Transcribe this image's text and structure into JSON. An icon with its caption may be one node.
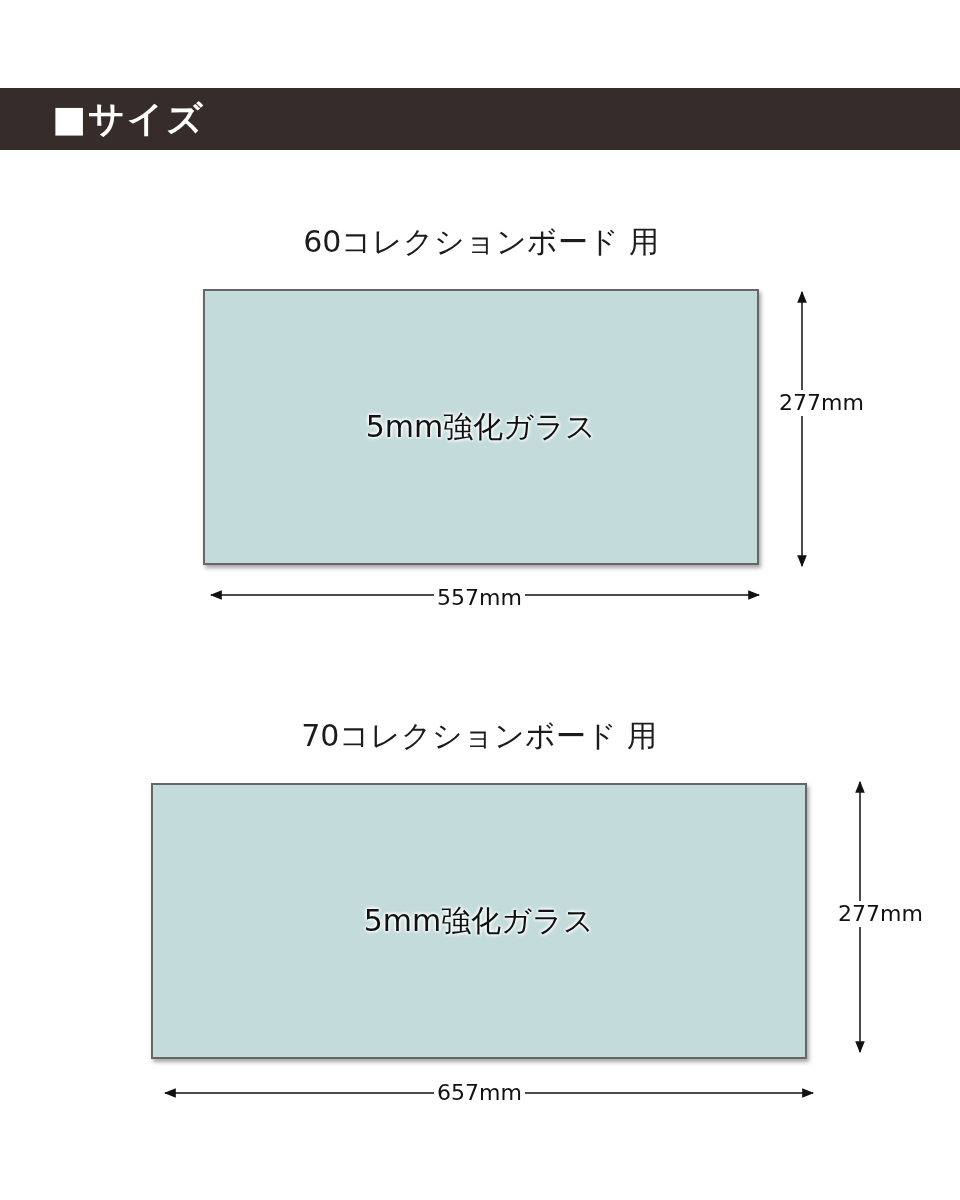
{
  "diagram": {
    "title": "■サイズ",
    "nodes": [
      {
        "text": [
          "60コレクションボード 用",
          "5mm強化ガラス"
        ]
      },
      {
        "text": [
          "70コレクションボード 用",
          "5mm強化ガラス"
        ]
      }
    ],
    "labels": [
      "277mm",
      "557mm",
      "277mm",
      "657mm"
    ]
  }
}
